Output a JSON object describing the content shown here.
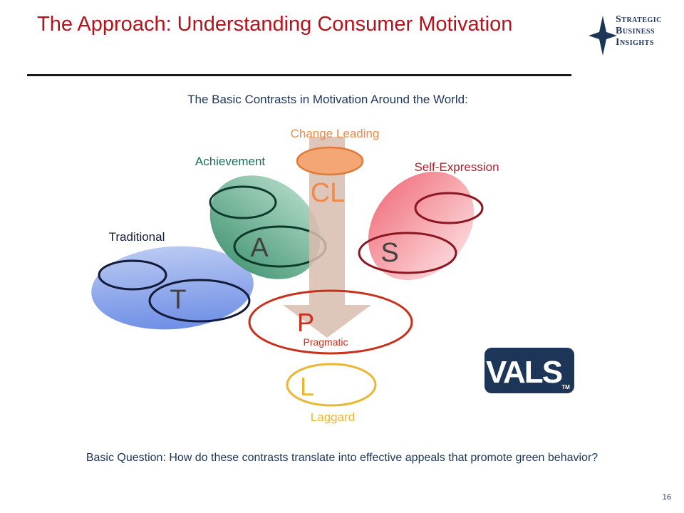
{
  "slide": {
    "title": "The Approach: Understanding Consumer Motivation",
    "subtitle": "The Basic Contrasts in Motivation Around the World:",
    "question": "Basic Question: How do these contrasts translate into effective appeals that promote green behavior?",
    "page_number": "16"
  },
  "logo": {
    "line1": "Strategic",
    "line2": "Business",
    "line3": "Insights",
    "icon": "four-point-star-icon"
  },
  "vals_logo": {
    "text": "VALS",
    "mark": "TM"
  },
  "diagram": {
    "change_leading_label": "Change Leading",
    "cl_letter": "CL",
    "achievement_label": "Achievement",
    "a_letter": "A",
    "self_expression_label": "Self-Expression",
    "s_letter": "S",
    "traditional_label": "Traditional",
    "t_letter": "T",
    "p_letter": "P",
    "pragmatic_label": "Pragmatic",
    "l_letter": "L",
    "laggard_label": "Laggard"
  },
  "colors": {
    "title": "#b5121b",
    "navy": "#1d3557",
    "traditional_fill": "#7f9be8",
    "achievement_fill": "#5fa98a",
    "self_expression_fill": "#f48b93",
    "pragmatic_stroke": "#c8321c",
    "laggard_stroke": "#e9b731",
    "change_leading": "#ea8c4a",
    "arrow": "#d9bcae"
  }
}
